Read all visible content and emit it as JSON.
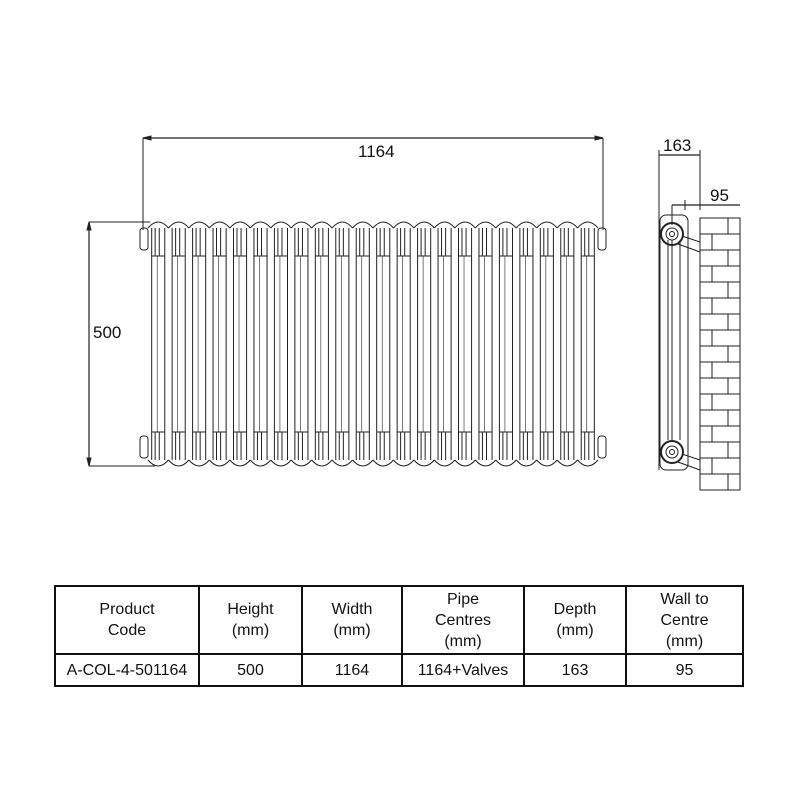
{
  "drawing": {
    "front_view": {
      "width_dimension": "1164",
      "height_dimension": "500",
      "column_count": 22
    },
    "side_view": {
      "depth_dimension": "163",
      "wall_to_centre_dimension": "95"
    }
  },
  "table": {
    "headers": [
      [
        "Product",
        "Code"
      ],
      [
        "Height",
        "(mm)"
      ],
      [
        "Width",
        "(mm)"
      ],
      [
        "Pipe",
        "Centres",
        "(mm)"
      ],
      [
        "Depth",
        "(mm)"
      ],
      [
        "Wall to",
        "Centre",
        "(mm)"
      ]
    ],
    "header_text": [
      "Product Code",
      "Height (mm)",
      "Width (mm)",
      "Pipe Centres (mm)",
      "Depth (mm)",
      "Wall to Centre (mm)"
    ],
    "rows": [
      [
        "A-COL-4-501164",
        "500",
        "1164",
        "1164+Valves",
        "163",
        "95"
      ]
    ]
  },
  "colors": {
    "line": "#111111",
    "background": "#ffffff"
  }
}
